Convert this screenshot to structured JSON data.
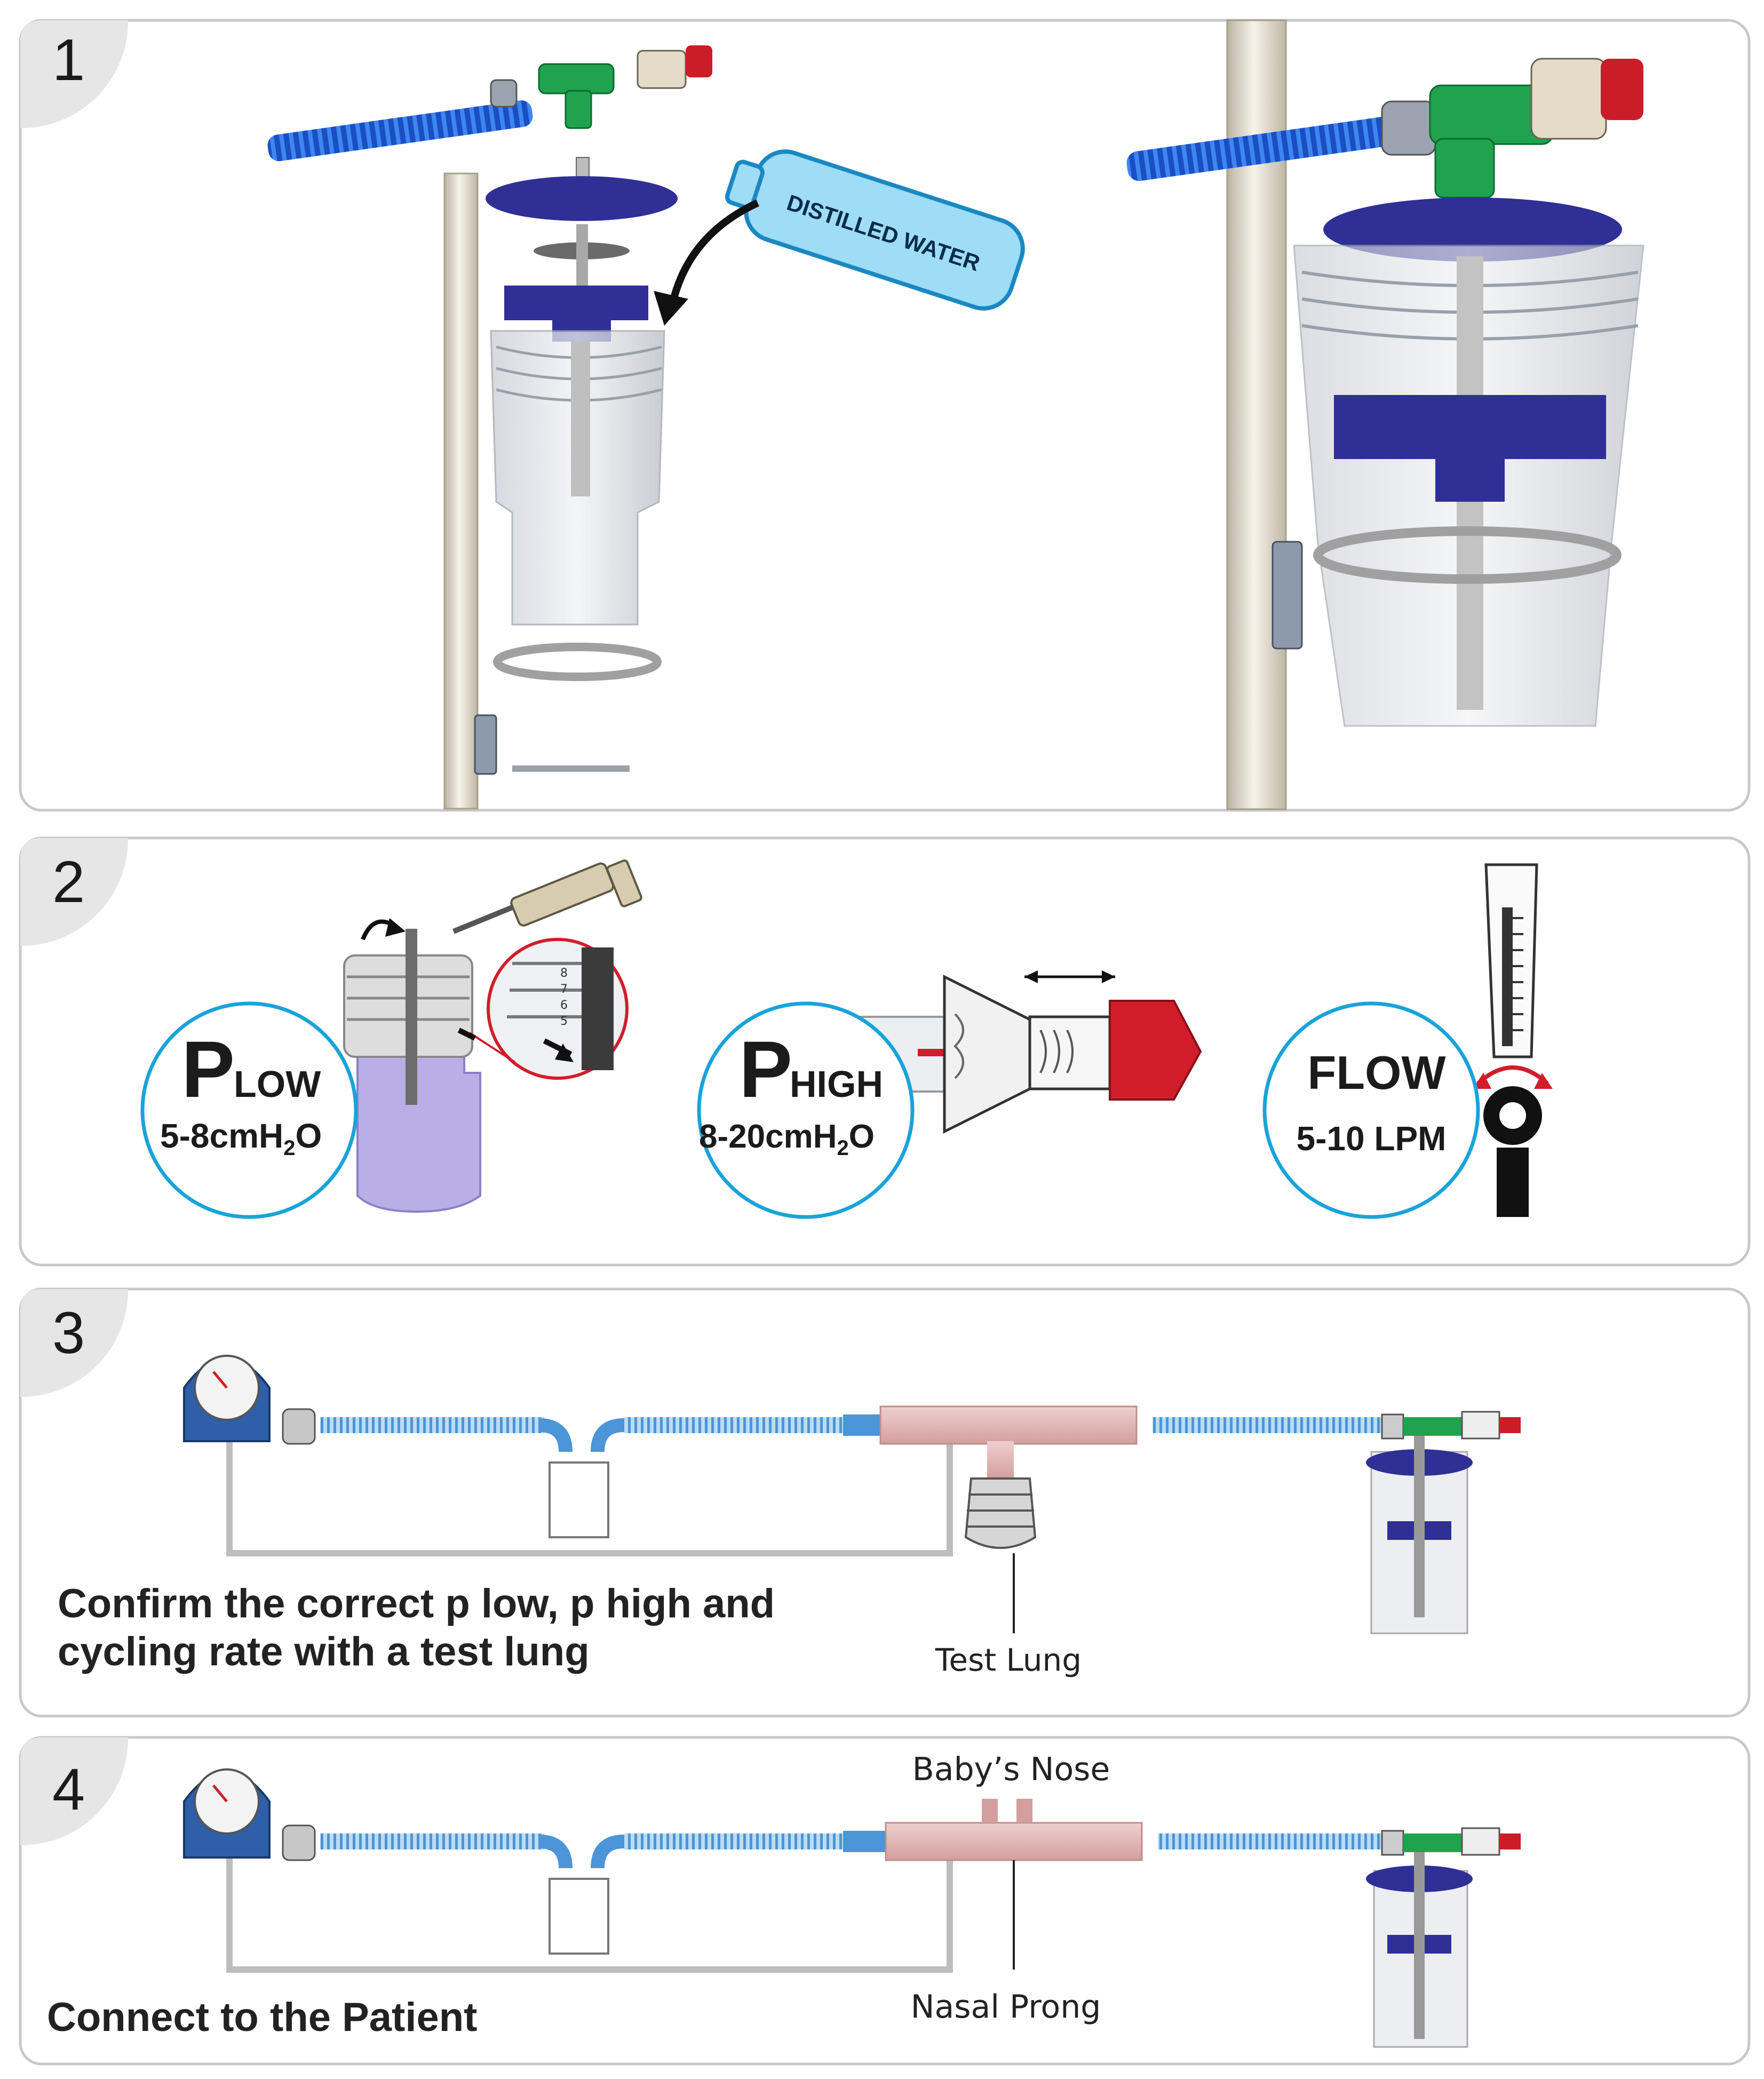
{
  "colors": {
    "panel_border": "#c8c8c8",
    "number_disc": "#e6e6e6",
    "navy": "#2f2f96",
    "tube_blue": "#1f5fd6",
    "tube_light_blue": "#5aa3e0",
    "tee_green": "#17a34a",
    "cap_red": "#cc1f2a",
    "circle_cyan": "#1aa3d9",
    "nasal_pink": "#dcb1b1",
    "pole_cream": "#e9e4d6",
    "bottle_blue": "#7dcff0",
    "jar_gray": "#d9dbe0",
    "lavender": "#b9aee6"
  },
  "panels": [
    {
      "number": "1"
    },
    {
      "number": "2"
    },
    {
      "number": "3"
    },
    {
      "number": "4"
    }
  ],
  "step1": {
    "bottle_text": "DISTILLED WATER"
  },
  "step2": {
    "plow": {
      "big": "P",
      "sub": "LOW",
      "range_prefix": "5-8cmH",
      "range_sub": "2",
      "range_suffix": "O",
      "icon": "water-column-icon"
    },
    "phigh": {
      "big": "P",
      "sub": "HIGH",
      "range_prefix": "8-20cmH",
      "range_sub": "2",
      "range_suffix": "O",
      "icon": "pressure-valve-icon"
    },
    "flow": {
      "big": "FLOW",
      "range": "5-10 LPM",
      "icon": "flowmeter-icon"
    },
    "scale_ticks": [
      "8",
      "7",
      "6",
      "5"
    ]
  },
  "step3": {
    "caption_line1": "Confirm the correct p low, p high and",
    "caption_line2": "cycling rate with a test lung",
    "test_lung_label": "Test Lung"
  },
  "step4": {
    "caption": "Connect to the Patient",
    "babys_nose_label": "Baby’s Nose",
    "nasal_prong_label": "Nasal Prong"
  }
}
